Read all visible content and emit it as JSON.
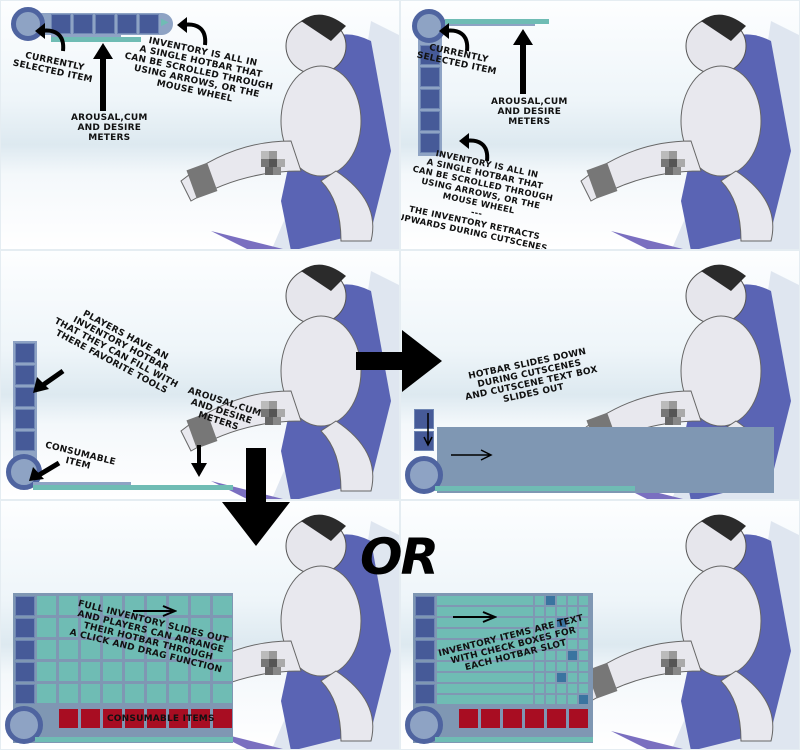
{
  "panels": [
    {
      "id": "hotbar-horizontal",
      "labels": {
        "selected": "CURRENTLY\nSELECTED ITEM",
        "meters": "AROUSAL,CUM\nAND DESIRE\nMETERS",
        "scroll": "INVENTORY IS ALL IN\nA SINGLE HOTBAR THAT\nCAN BE SCROLLED THROUGH\nUSING ARROWS, OR THE\nMOUSE WHEEL"
      }
    },
    {
      "id": "hotbar-vertical",
      "labels": {
        "selected": "CURRENTLY\nSELECTED ITEM",
        "meters": "AROUSAL,CUM\nAND DESIRE\nMETERS",
        "scroll": "INVENTORY IS ALL IN\nA SINGLE HOTBAR THAT\nCAN BE SCROLLED THROUGH\nUSING ARROWS, OR THE\nMOUSE WHEEL\n---\nTHE INVENTORY RETRACTS\nUPWARDS DURING CUTSCENES"
      }
    },
    {
      "id": "hotbar-favorites",
      "labels": {
        "players": "PLAYERS HAVE AN\nINVENTORY HOTBAR\nTHAT THEY CAN FILL WITH\nTHERE FAVORITE TOOLS",
        "consumable": "CONSUMABLE\nITEM",
        "meters": "AROUSAL,CUM\nAND DESIRE\nMETERS"
      }
    },
    {
      "id": "cutscene",
      "labels": {
        "cutscene": "HOTBAR SLIDES DOWN\nDURING CUTSCENES\nAND CUTSCENE TEXT BOX\nSLIDES OUT"
      }
    },
    {
      "id": "full-inventory-grid",
      "labels": {
        "full": "FULL INVENTORY SLIDES OUT\nAND PLAYERS CAN ARRANGE\nTHEIR HOTBAR THROUGH\nA CLICK AND DRAG FUNCTION",
        "consumables": "CONSUMABLE ITEMS"
      }
    },
    {
      "id": "full-inventory-list",
      "labels": {
        "list": "INVENTORY ITEMS ARE TEXT\nWITH CHECK BOXES FOR\nEACH HOTBAR SLOT"
      }
    }
  ],
  "or_label": "OR",
  "colors": {
    "navy": "#465a98",
    "teal": "#6fbcb4",
    "panel": "#7f97b3",
    "red": "#a80d22"
  },
  "checkbox_rows_checked": [
    0,
    2,
    5,
    7,
    9
  ]
}
